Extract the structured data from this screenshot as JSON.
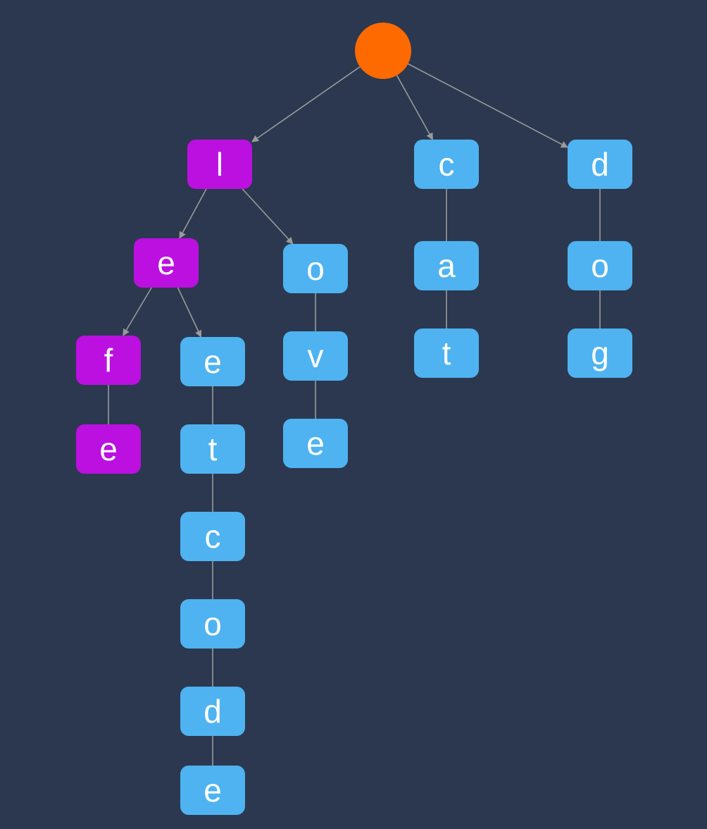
{
  "colors": {
    "background": "#2b3850",
    "root": "#ff6a00",
    "highlight": "#bb10e0",
    "normal": "#4eb3f0",
    "edge": "#9a9a9a"
  },
  "trie": {
    "root": {
      "label": "",
      "variant": "root"
    },
    "nodes": [
      {
        "id": "l",
        "label": "l",
        "variant": "highlight"
      },
      {
        "id": "le",
        "label": "e",
        "variant": "highlight"
      },
      {
        "id": "lef",
        "label": "f",
        "variant": "highlight"
      },
      {
        "id": "lefe",
        "label": "e",
        "variant": "highlight"
      },
      {
        "id": "lee",
        "label": "e",
        "variant": "normal"
      },
      {
        "id": "leet",
        "label": "t",
        "variant": "normal"
      },
      {
        "id": "leetc",
        "label": "c",
        "variant": "normal"
      },
      {
        "id": "leetco",
        "label": "o",
        "variant": "normal"
      },
      {
        "id": "leetcod",
        "label": "d",
        "variant": "normal"
      },
      {
        "id": "leetcode",
        "label": "e",
        "variant": "normal"
      },
      {
        "id": "lo",
        "label": "o",
        "variant": "normal"
      },
      {
        "id": "lov",
        "label": "v",
        "variant": "normal"
      },
      {
        "id": "love",
        "label": "e",
        "variant": "normal"
      },
      {
        "id": "c",
        "label": "c",
        "variant": "normal"
      },
      {
        "id": "ca",
        "label": "a",
        "variant": "normal"
      },
      {
        "id": "cat",
        "label": "t",
        "variant": "normal"
      },
      {
        "id": "d",
        "label": "d",
        "variant": "normal"
      },
      {
        "id": "do",
        "label": "o",
        "variant": "normal"
      },
      {
        "id": "dog",
        "label": "g",
        "variant": "normal"
      }
    ],
    "edges": [
      {
        "from": "root",
        "to": "l",
        "arrow": true
      },
      {
        "from": "root",
        "to": "c",
        "arrow": true
      },
      {
        "from": "root",
        "to": "d",
        "arrow": true
      },
      {
        "from": "l",
        "to": "le",
        "arrow": true
      },
      {
        "from": "l",
        "to": "lo",
        "arrow": true
      },
      {
        "from": "le",
        "to": "lef",
        "arrow": true
      },
      {
        "from": "le",
        "to": "lee",
        "arrow": true
      },
      {
        "from": "lef",
        "to": "lefe",
        "arrow": false
      },
      {
        "from": "lee",
        "to": "leet",
        "arrow": false
      },
      {
        "from": "leet",
        "to": "leetc",
        "arrow": false
      },
      {
        "from": "leetc",
        "to": "leetco",
        "arrow": false
      },
      {
        "from": "leetco",
        "to": "leetcod",
        "arrow": false
      },
      {
        "from": "leetcod",
        "to": "leetcode",
        "arrow": false
      },
      {
        "from": "lo",
        "to": "lov",
        "arrow": false
      },
      {
        "from": "lov",
        "to": "love",
        "arrow": false
      },
      {
        "from": "c",
        "to": "ca",
        "arrow": false
      },
      {
        "from": "ca",
        "to": "cat",
        "arrow": false
      },
      {
        "from": "d",
        "to": "do",
        "arrow": false
      },
      {
        "from": "do",
        "to": "dog",
        "arrow": false
      }
    ]
  }
}
